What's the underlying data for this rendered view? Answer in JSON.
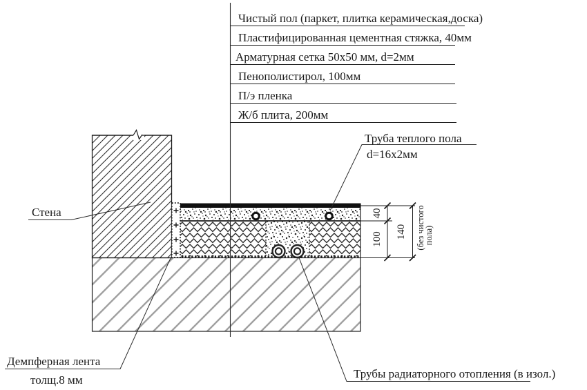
{
  "legend": {
    "items": [
      "Чистый пол (паркет, плитка керамическая,доска)",
      "Пластифицированная цементная стяжка, 40мм",
      "Арматурная сетка 50x50 мм, d=2мм",
      "Пенополистирол, 100мм",
      "П/э пленка",
      "Ж/б плита, 200мм"
    ]
  },
  "callouts": {
    "wall": "Стена",
    "heating_pipe_title": "Труба теплого пола",
    "heating_pipe_size": "d=16x2мм",
    "damper_title": "Демпферная лента",
    "damper_size": "толщ.8 мм",
    "radiator_pipes": "Трубы радиаторного отопления (в изол.)"
  },
  "dimensions": {
    "screed_mm": "40",
    "insulation_mm": "100",
    "total_mm": "140",
    "note_line1": "(без чистого",
    "note_line2": "пола)"
  },
  "colors": {
    "line": "#1a1a1a",
    "wall_hatch": "#2e2e2e",
    "slab_hatch": "#a0a0a0",
    "finish_band": "#101010",
    "background": "#ffffff"
  }
}
